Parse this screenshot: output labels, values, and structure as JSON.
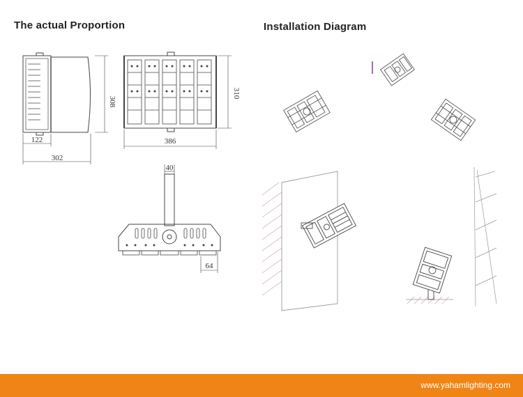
{
  "headings": {
    "left": "The actual Proportion",
    "right": "Installation Diagram"
  },
  "dimensions": {
    "side_height": "308",
    "side_depth": "122",
    "side_width": "302",
    "front_width": "386",
    "front_height": "310",
    "bracket_width": "40",
    "module_spacing": "64"
  },
  "footer": {
    "url": "www.yahamlighting.com"
  },
  "colors": {
    "line": "#444444",
    "footer_bg": "#f08414",
    "footer_text": "#ffffff"
  }
}
